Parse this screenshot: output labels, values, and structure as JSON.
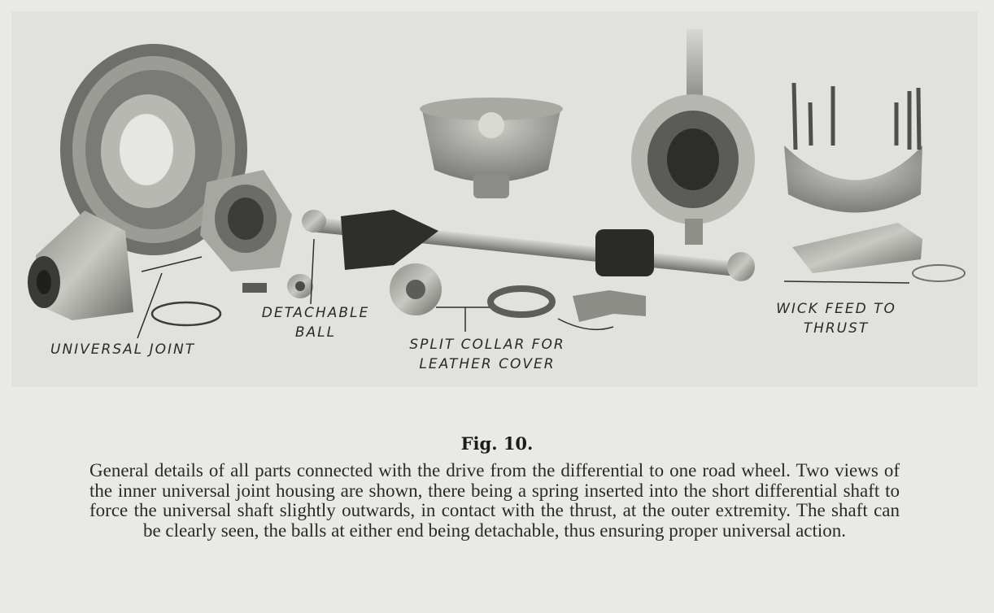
{
  "figure": {
    "labels": {
      "universal_joint": "UNIVERSAL JOINT",
      "detachable_ball": "DETACHABLE\nBALL",
      "split_collar": "SPLIT COLLAR FOR\nLEATHER COVER",
      "wick_feed": "WICK FEED TO\nTHRUST"
    },
    "title": "Fig. 10.",
    "caption": "General details of all parts connected with the drive from the differential to one road wheel. Two views of the inner universal joint housing are shown, there being a spring inserted into the short differential shaft to force the universal shaft slightly outwards, in contact with the thrust, at the outer extremity. The shaft can be clearly seen, the balls at either end being detachable, thus ensuring proper universal action."
  }
}
